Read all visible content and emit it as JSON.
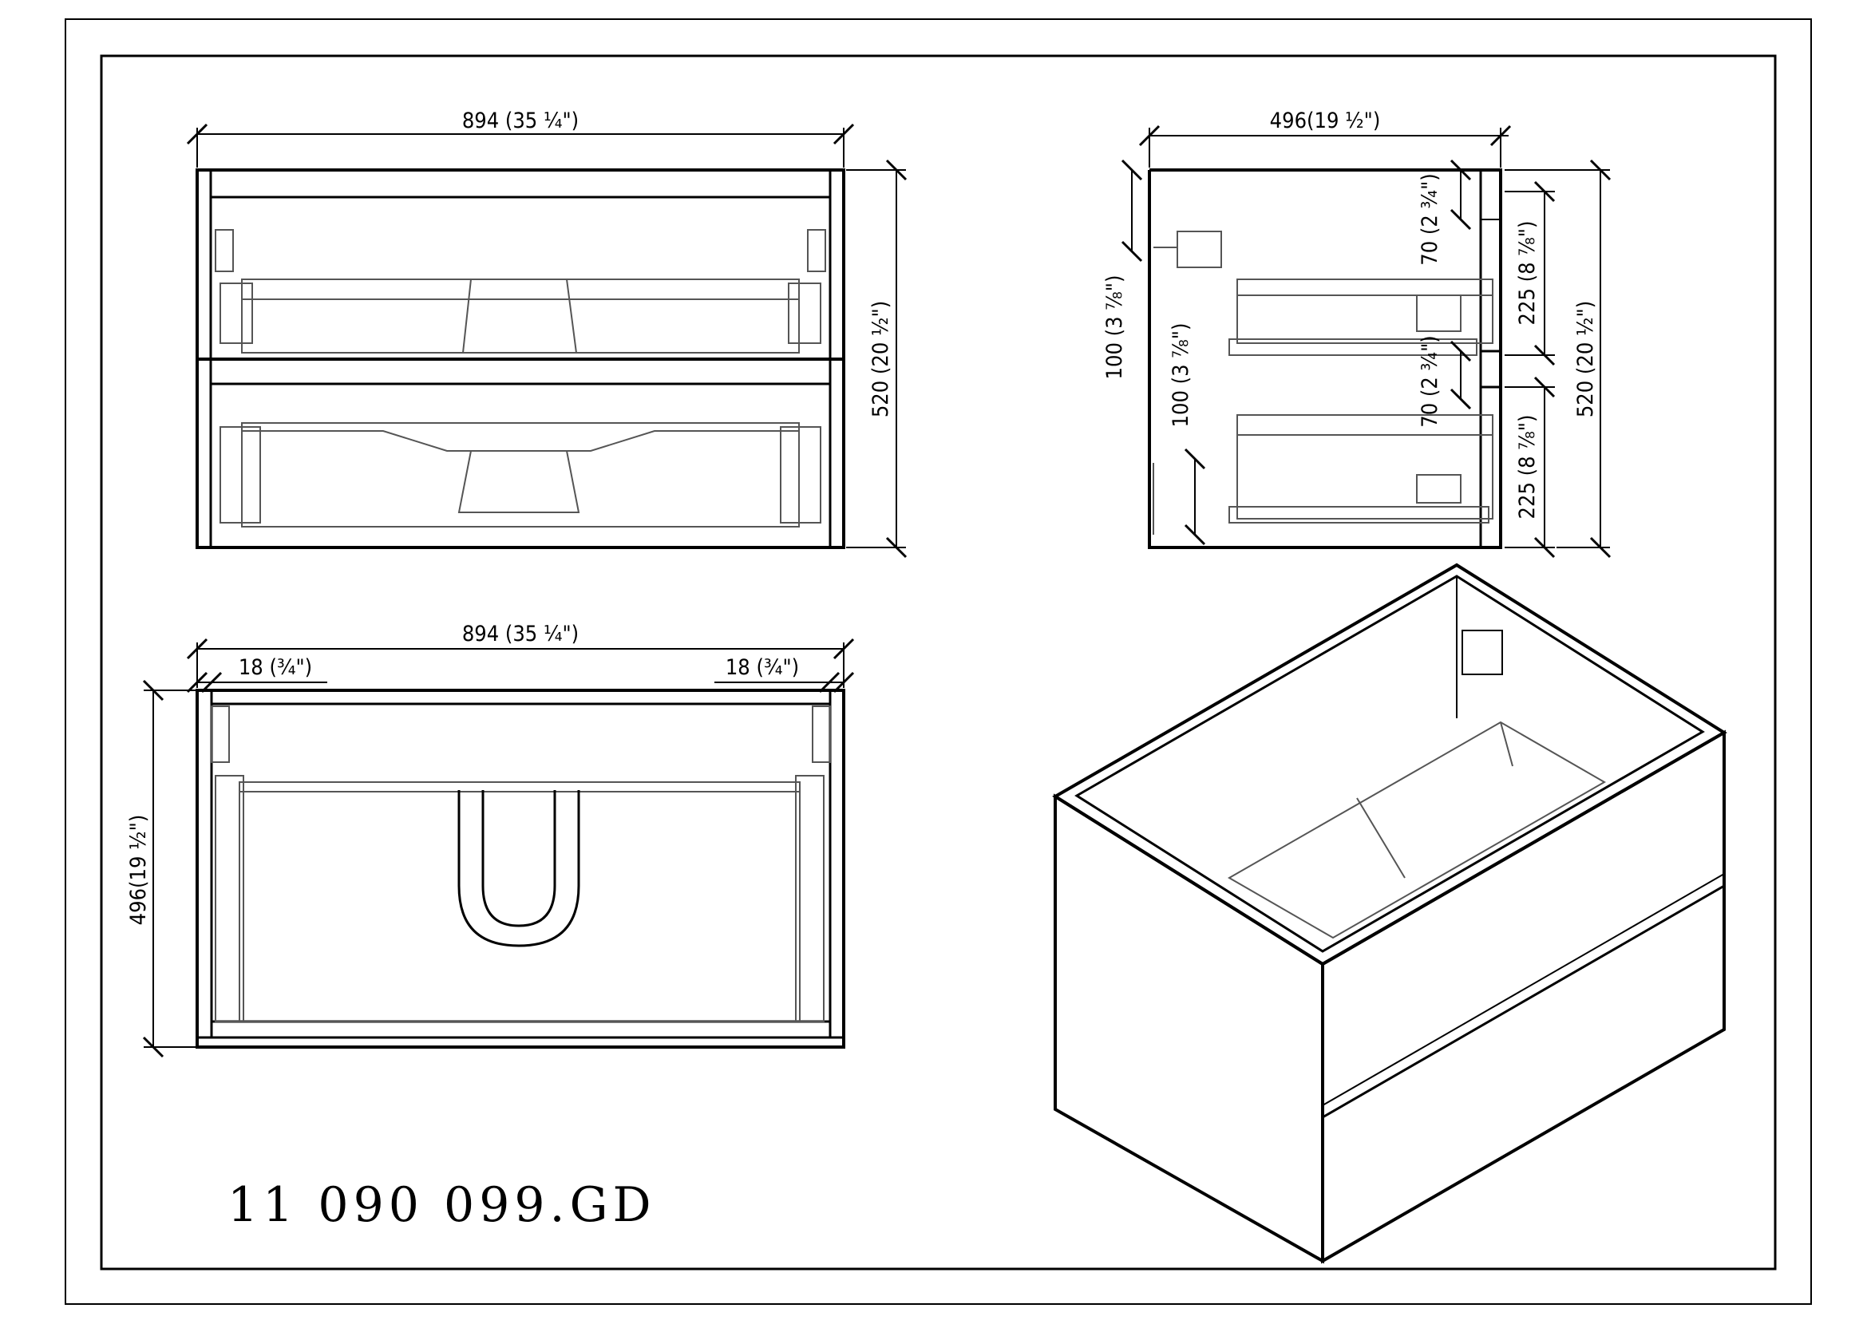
{
  "front_view": {
    "width_dim": "894 (35 ¼\")",
    "height_dim": "520 (20 ½\")"
  },
  "side_view": {
    "depth_dim": "496(19 ½\")",
    "offset_upper": "100 (3 ⅞\")",
    "offset_lower": "100 (3 ⅞\")",
    "gap_upper": "70 (2 ¾\")",
    "gap_lower": "70 (2 ¾\")",
    "drawer_upper": "225 (8 ⅞\")",
    "drawer_lower": "225 (8 ⅞\")",
    "height_dim": "520 (20 ½\")"
  },
  "top_view": {
    "width_dim": "894 (35 ¼\")",
    "panel_left": "18 (¾\")",
    "panel_right": "18 (¾\")",
    "depth_dim": "496(19 ½\")"
  },
  "drawing_code": "11 090 099.GD"
}
